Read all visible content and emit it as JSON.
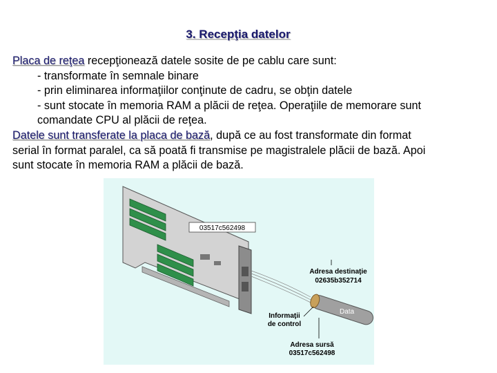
{
  "title": "3. Recepţia datelor",
  "paragraph1": {
    "highlight": "Placa de reţea",
    "text": " recepţionează datele sosite de pe cablu care sunt:"
  },
  "items": [
    "- transformate în semnale binare",
    "- prin eliminarea informaţiilor conţinute de cadru, se obţin datele",
    "- sunt stocate în memoria RAM a plăcii de reţea. Operaţiile de memorare  sunt",
    "comandate CPU al plăcii de reţea."
  ],
  "paragraph2": {
    "highlight": "Datele sunt transferate la placa de bază",
    "lines": [
      ", după ce au fost transformate din format",
      "serial în format paralel, ca să poată fi transmise pe magistralele plăcii de bază. Apoi",
      "sunt stocate în memoria RAM a plăcii de bază."
    ]
  },
  "illustration": {
    "card_address": "03517c562498",
    "dest_label": "Adresa destinaţie",
    "dest_value": "02635b352714",
    "data_label": "Data",
    "control_label_1": "Informaţii",
    "control_label_2": "de control",
    "source_label": "Adresa sursă",
    "source_value": "03517c562498",
    "colors": {
      "background": "#e3f8f6",
      "card": "#d3d3d3",
      "chip": "#2f8f4a",
      "cable": "#a0a0a0",
      "cable_tip": "#c8a05a"
    }
  }
}
